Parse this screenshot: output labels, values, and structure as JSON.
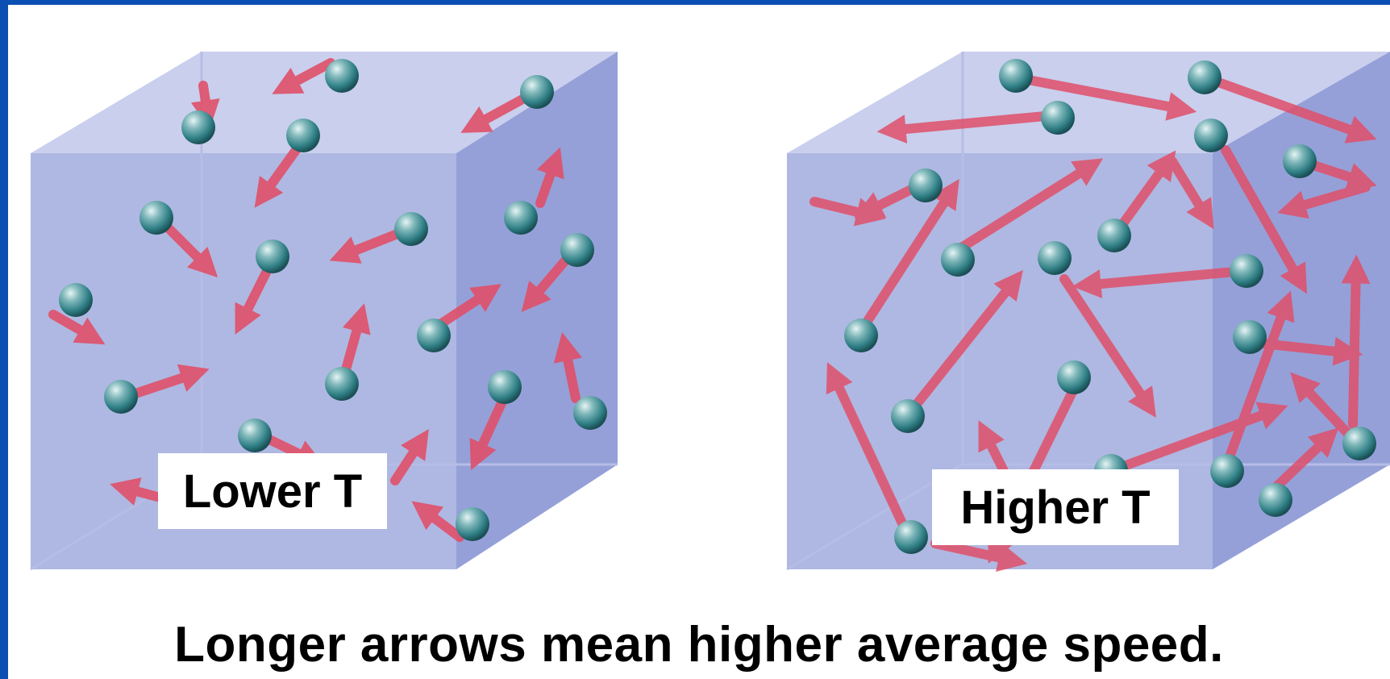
{
  "labels": {
    "lower": "Lower T",
    "higher": "Higher T"
  },
  "caption": "Longer arrows mean higher average speed.",
  "colors": {
    "border": "#0b4fb3",
    "box_front": "#a8b2e0",
    "box_top": "#c6ccec",
    "box_side": "#8f9bd6",
    "arrow": "#e0506a",
    "particle": "#2f7f85"
  }
}
